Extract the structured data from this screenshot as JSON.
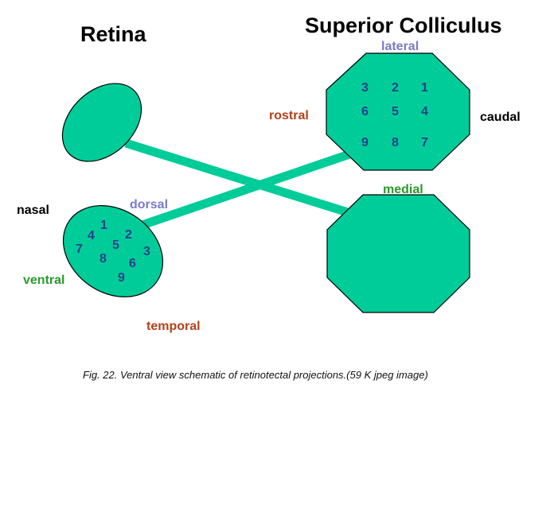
{
  "titles": {
    "retina": "Retina",
    "colliculus": "Superior Colliculus"
  },
  "retina_labels": {
    "nasal": "nasal",
    "dorsal": "dorsal",
    "ventral": "ventral",
    "temporal": "temporal"
  },
  "colliculus_labels": {
    "lateral": "lateral",
    "rostral": "rostral",
    "caudal": "caudal",
    "medial": "medial"
  },
  "retina_numbers": [
    "1",
    "2",
    "3",
    "4",
    "5",
    "6",
    "7",
    "8",
    "9"
  ],
  "colliculus_numbers": [
    "3",
    "2",
    "1",
    "6",
    "5",
    "4",
    "9",
    "8",
    "7"
  ],
  "caption": "Fig. 22. Ventral view schematic of retinotectal projections.(59 K jpeg image)",
  "colors": {
    "shape_fill": "#00cc99",
    "outline": "#000000",
    "number_color": "#2a3f8c",
    "dorsal_lateral_color": "#7a7acc",
    "ventral_medial_color": "#2a9a2a",
    "rostral_temporal_color": "#b5401a",
    "black_label_color": "#000000"
  }
}
